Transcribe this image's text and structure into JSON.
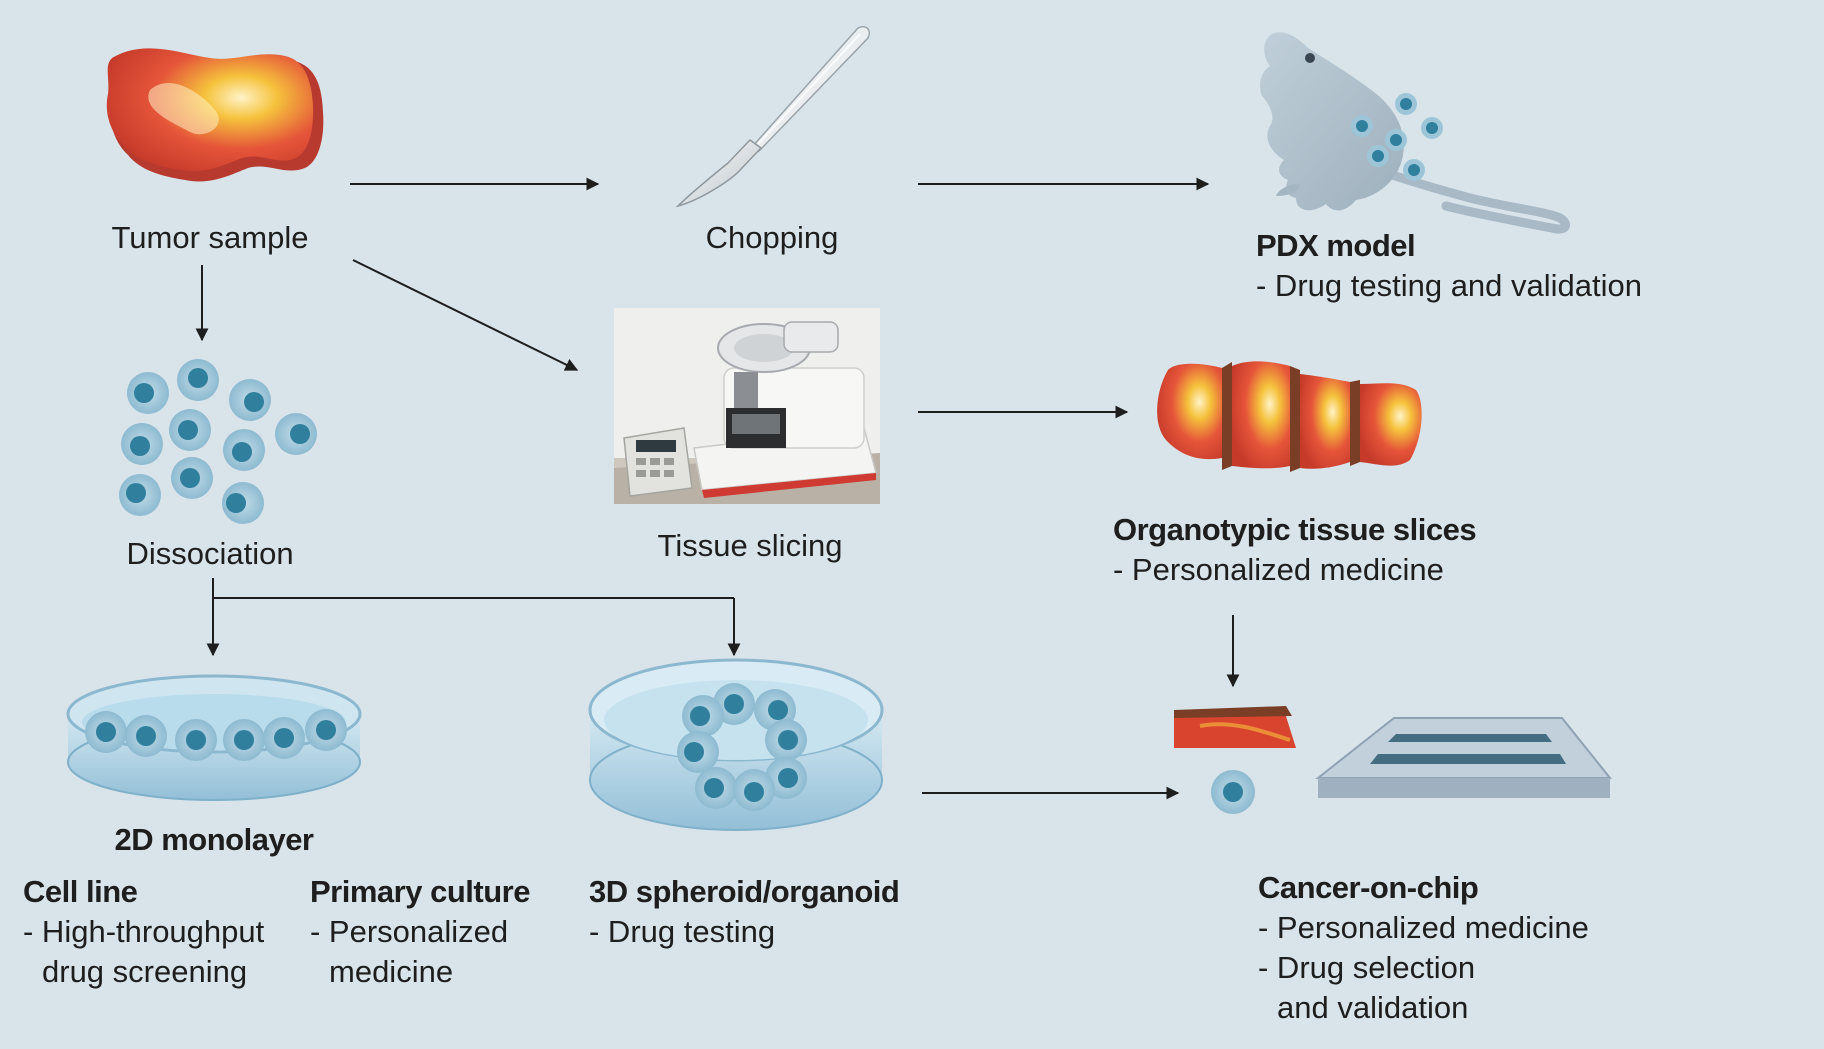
{
  "colors": {
    "background": "#d8e3ea",
    "tissue": "#d9442f",
    "tissue_highlight": "#f5c23c",
    "cell_outer": "#9cc6d8",
    "cell_nucleus": "#2f7f9d",
    "dish": "#a9cde0",
    "chip": "#9fb1c0",
    "arrow": "#1e1e1e"
  },
  "icons": {
    "tumor_sample": "tumor-tissue-icon",
    "chopping": "scalpel-icon",
    "pdx_model": "mouse-icon",
    "dissociation": "cell-cluster-icon",
    "tissue_slicing": "vibratome-photo",
    "organotypic_slices": "tissue-slices-icon",
    "monolayer": "petri-dish-icon",
    "spheroid": "spheroid-dish-icon",
    "cancer_on_chip": "microfluidic-chip-icon"
  },
  "labels": {
    "tumor_sample": "Tumor sample",
    "chopping": "Chopping",
    "pdx_model": {
      "title": "PDX model",
      "lines": [
        "- Drug testing and validation"
      ]
    },
    "dissociation": "Dissociation",
    "tissue_slicing": "Tissue slicing",
    "organotypic": {
      "title": "Organotypic tissue slices",
      "lines": [
        "- Personalized medicine"
      ]
    },
    "monolayer": "2D monolayer",
    "cell_line": {
      "title": "Cell line",
      "lines": [
        "- High-throughput",
        "drug screening"
      ]
    },
    "primary_culture": {
      "title": "Primary culture",
      "lines": [
        "- Personalized",
        "medicine"
      ]
    },
    "spheroid": {
      "title": "3D spheroid/organoid",
      "lines": [
        "- Drug testing"
      ]
    },
    "cancer_on_chip": {
      "title": "Cancer-on-chip",
      "lines": [
        "- Personalized medicine",
        "- Drug selection",
        "and validation"
      ]
    }
  }
}
